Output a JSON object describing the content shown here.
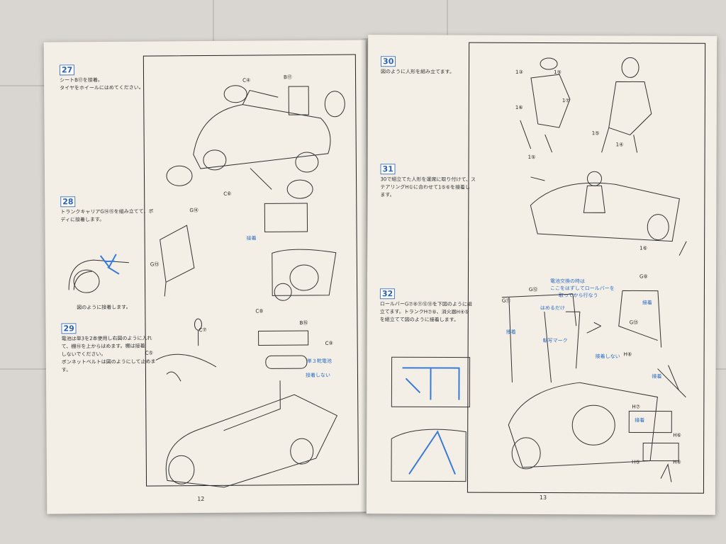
{
  "steps": {
    "s27": {
      "num": "27",
      "lines": [
        "シートB⑰を接着。",
        "タイヤをホイールにはめてください。"
      ]
    },
    "s28": {
      "num": "28",
      "lines": [
        "トランクキャリアG⑭⑮を組み立てて、ボ",
        "ディに接着します。"
      ],
      "caption": "図のように接着します。"
    },
    "s29": {
      "num": "29",
      "lines": [
        "電池は単3を2本使用し右図のように入れ",
        "て、棚⑯を上からはめます。棚は接着",
        "しないでください。",
        "ボンネットベルトは図のようにして止めま",
        "す。"
      ]
    },
    "s30": {
      "num": "30",
      "lines": [
        "図のように人形を組み立てます。"
      ]
    },
    "s31": {
      "num": "31",
      "lines": [
        "30で組立てた人形を運席に取り付けて、ス",
        "テアリングH①に合わせて1⑤⑥を接着し",
        "ます。"
      ]
    },
    "s32": {
      "num": "32",
      "lines": [
        "ロールバーG⑦⑧⑪⑫⑬を下図のように組",
        "立てます。トランクH⑦⑧、消火器H④⑤",
        "を組立てて図のように接着します。"
      ]
    }
  },
  "labels": {
    "c4": "C④",
    "b17": "B⑰",
    "c6": "C⑥",
    "g14": "G⑭",
    "g15": "G⑮",
    "settyaku": "接着",
    "c8": "C⑧",
    "b16": "B⑯",
    "c9": "C⑨",
    "c7": "C⑦",
    "c5": "C⑤",
    "battery": "単３乾電池",
    "no_glue": "接着しない",
    "f13a": "1③",
    "f15a": "1⑤",
    "f16": "1⑥",
    "f17": "1⑦",
    "f15b": "1⑤",
    "f14": "1④",
    "battery_change": "電池交換の時は",
    "battery_change2": "ここをはずしてロールバーを",
    "battery_change3": "取ってから行なう",
    "only_fit": "はめるだけ",
    "g12": "G⑫",
    "g11": "G⑪",
    "g8": "G⑧",
    "g13": "G⑬",
    "decal": "転写マーク",
    "h8": "H⑧",
    "h7": "H⑦",
    "h6": "H⑥",
    "h5": "H⑤",
    "h4": "H④"
  },
  "page_numbers": {
    "left": "12",
    "right": "13"
  }
}
